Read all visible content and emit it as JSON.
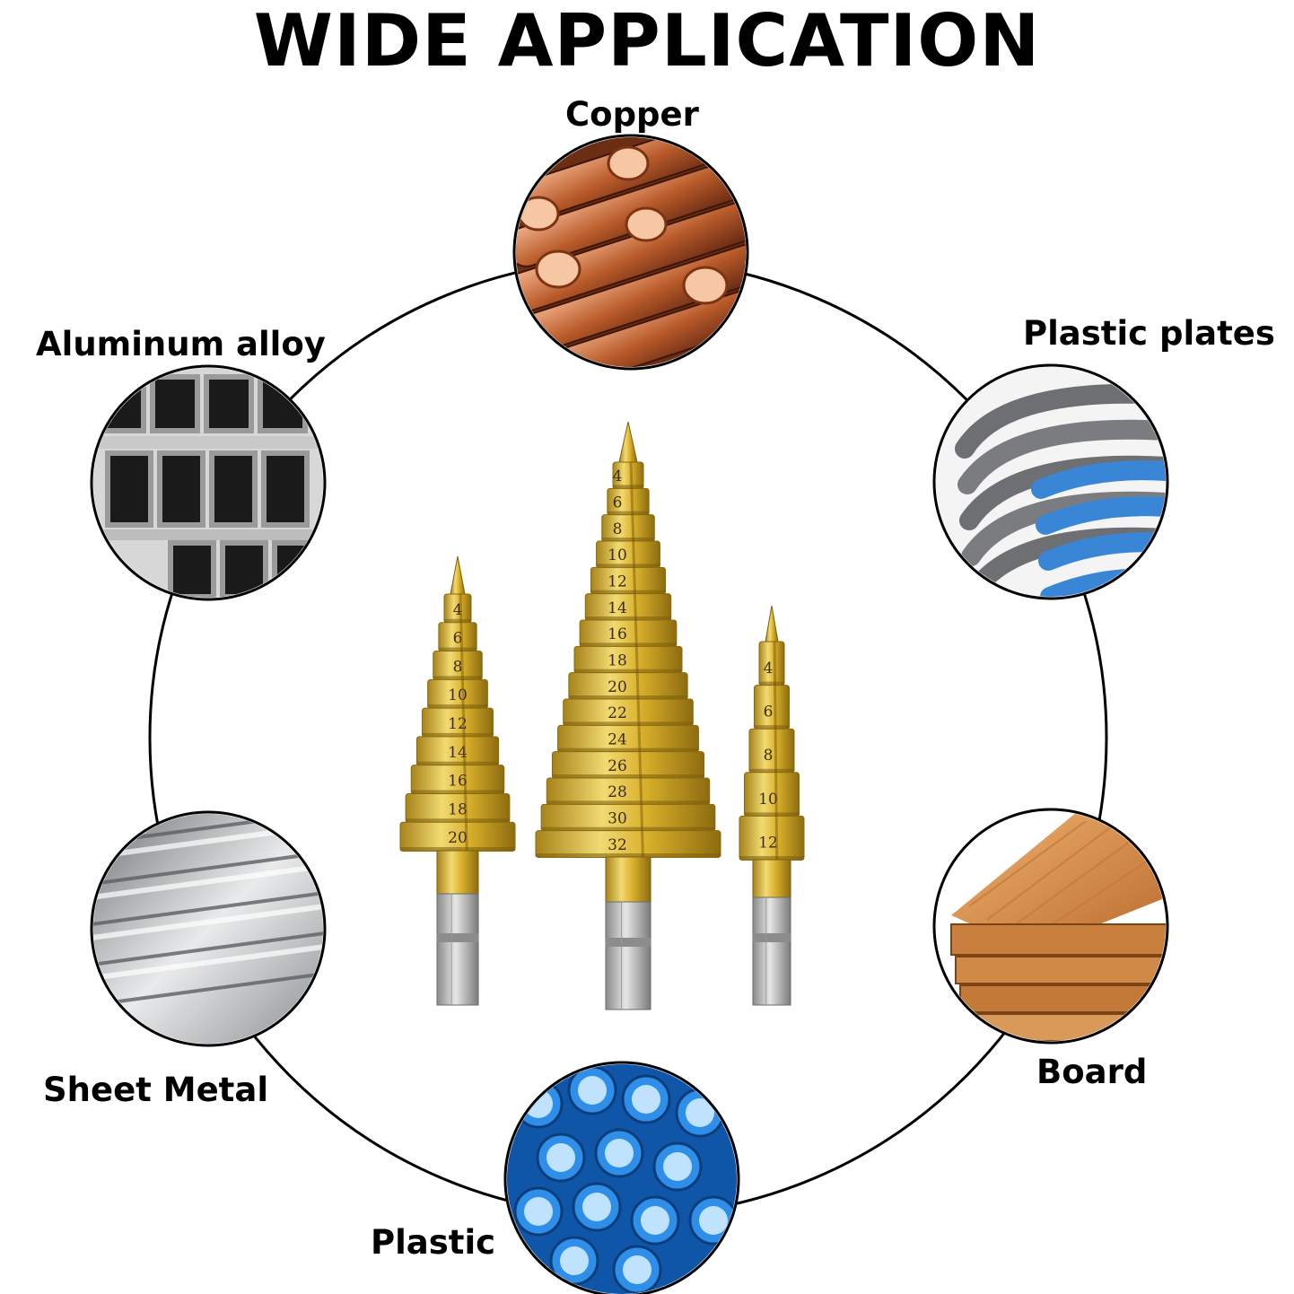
{
  "title": "WIDE APPLICATION",
  "materials": {
    "copper": "Copper",
    "plastic_plates": "Plastic plates",
    "aluminum_alloy": "Aluminum alloy",
    "sheet_metal": "Sheet Metal",
    "board": "Board",
    "plastic": "Plastic"
  },
  "drill_left": {
    "steps": [
      "4",
      "6",
      "8",
      "10",
      "12",
      "14",
      "16",
      "18",
      "20"
    ]
  },
  "drill_center": {
    "steps": [
      "4",
      "6",
      "8",
      "10",
      "12",
      "14",
      "16",
      "18",
      "20",
      "22",
      "24",
      "26",
      "28",
      "30",
      "32"
    ]
  },
  "drill_right": {
    "steps": [
      "4",
      "6",
      "8",
      "10",
      "12"
    ]
  },
  "colors": {
    "gold": "#d9b02b",
    "gold_light": "#f4de7a",
    "gold_dark": "#9c7a12",
    "steel": "#b8b8b8",
    "ring": "#000000"
  }
}
